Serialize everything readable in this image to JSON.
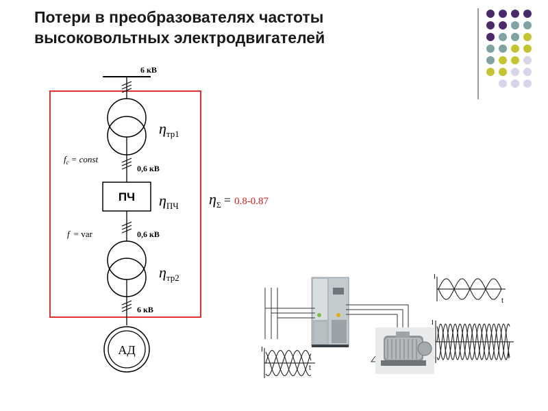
{
  "slide": {
    "title_line1": "Потери в преобразователях частоты",
    "title_line2": "высоковольтных электродвигателей"
  },
  "diagram": {
    "voltage_top": "6 кВ",
    "voltage_mid1": "0,6 кВ",
    "voltage_mid2": "0,6 кВ",
    "voltage_bottom": "6 кВ",
    "converter_label": "ПЧ",
    "motor_label": "АД",
    "eta_symbol": "η",
    "eta_tr1_sub": "тр1",
    "eta_pch_sub": "ПЧ",
    "eta_tr2_sub": "тр2",
    "eta_total_sub": "Σ",
    "eta_total_eq": "=",
    "eta_total_value": "0.8-0.87",
    "fc_symbol": "f",
    "fc_sub": "c",
    "fc_eq": "= const",
    "f_symbol": "f",
    "f_eq": "= var"
  },
  "waveforms": {
    "axis_i": "I",
    "axis_t": "t"
  },
  "colors": {
    "frame_red": "#e03030",
    "value_red": "#d02020",
    "dot_purple": "#4b2a6b",
    "dot_teal": "#7fa3a3",
    "dot_yellow": "#c4c432",
    "dot_lavender": "#d8d4ea"
  }
}
